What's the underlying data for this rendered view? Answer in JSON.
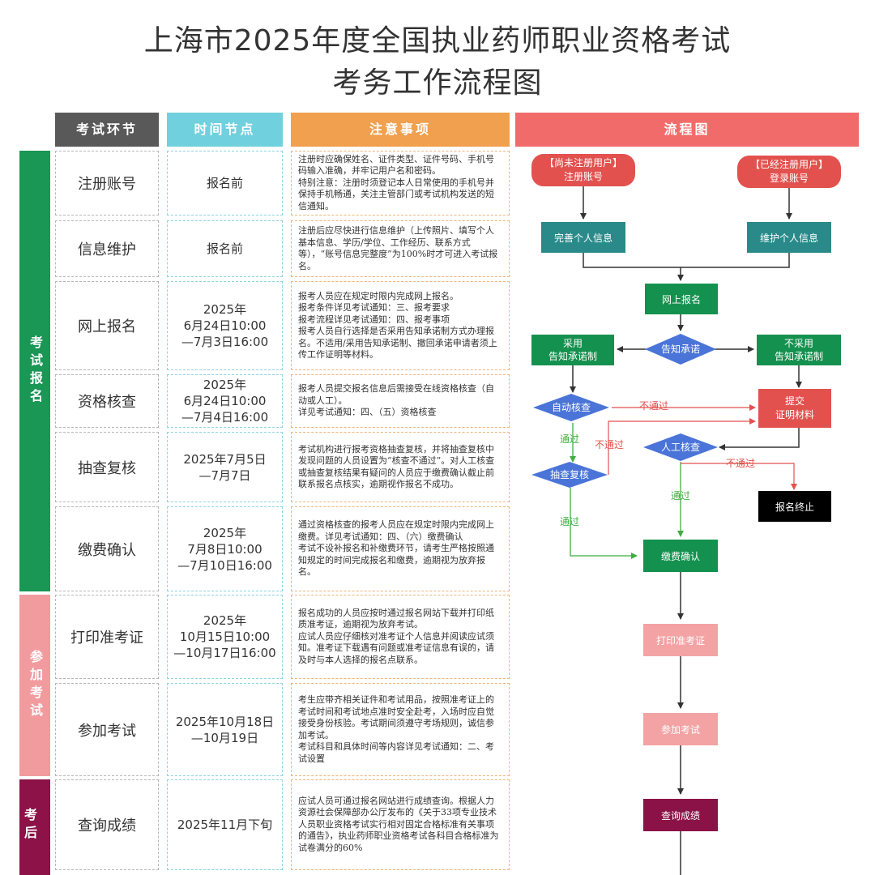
{
  "title": {
    "line1": "上海市2025年度全国执业药师职业资格考试",
    "line2": "考务工作流程图"
  },
  "headers": {
    "stage": "考试环节",
    "time": "时间节点",
    "notes": "注意事项",
    "flow": "流程图"
  },
  "phases": [
    {
      "label": "考试报名",
      "color": "#1a9655"
    },
    {
      "label": "参加考试",
      "color": "#f29b9e"
    },
    {
      "label": "考后",
      "color": "#8c1248"
    }
  ],
  "rows": [
    {
      "stage": "注册账号",
      "time": "报名前",
      "note": "注册时应确保姓名、证件类型、证件号码、手机号码输入准确，并牢记用户名和密码。\n特别注意：注册时须登记本人日常使用的手机号并保持手机畅通，关注主管部门或考试机构发送的短信通知。"
    },
    {
      "stage": "信息维护",
      "time": "报名前",
      "note": "注册后应尽快进行信息维护（上传照片、填写个人基本信息、学历/学位、工作经历、联系方式等），“账号信息完整度”为100%时才可进入考试报名。"
    },
    {
      "stage": "网上报名",
      "time": "2025年\n6月24日10:00\n—7月3日16:00",
      "note": "报考人员应在规定时限内完成网上报名。\n报考条件详见考试通知：三、报考要求\n报考流程详见考试通知：四、报考事项\n报考人员自行选择是否采用告知承诺制方式办理报名。不适用/采用告知承诺制、撤回承诺申请者须上传工作证明等材料。"
    },
    {
      "stage": "资格核查",
      "time": "2025年\n6月24日10:00\n—7月4日16:00",
      "note": "报考人员提交报名信息后需接受在线资格核查（自动或人工）。\n详见考试通知：四、（五）资格核查"
    },
    {
      "stage": "抽查复核",
      "time": "2025年7月5日\n—7月7日",
      "note": "考试机构进行报考资格抽查复核，并将抽查复核中发现问题的人员设置为“核查不通过”。对人工核查或抽查复核结果有疑问的人员应于缴费确认截止前联系报名点核实，逾期视作报名不成功。"
    },
    {
      "stage": "缴费确认",
      "time": "2025年\n7月8日10:00\n—7月10日16:00",
      "note": "通过资格核查的报考人员应在规定时限内完成网上缴费。详见考试通知：四、（六）缴费确认\n考试不设补报名和补缴费环节，请考生严格按照通知规定的时间完成报名和缴费，逾期视为放弃报名。"
    },
    {
      "stage": "打印准考证",
      "time": "2025年\n10月15日10:00\n—10月17日16:00",
      "note": "报名成功的人员应按时通过报名网站下载并打印纸质准考证，逾期视为放弃考试。\n应试人员应仔细核对准考证个人信息并阅读应试须知。准考证下载遇有问题或准考证信息有误的，请及时与本人选择的报名点联系。"
    },
    {
      "stage": "参加考试",
      "time": "2025年10月18日\n—10月19日",
      "note": "考生应带齐相关证件和考试用品，按照准考证上的考试时间和考试地点准时安全赴考，入场时应自觉接受身份核验。考试期间须遵守考场规则，诚信参加考试。\n考试科目和具体时间等内容详见考试通知：二、考试设置"
    },
    {
      "stage": "查询成绩",
      "time": "2025年11月下旬",
      "note": "应试人员可通过报名网站进行成绩查询。根据人力资源社会保障部办公厅发布的《关于33项专业技术人员职业资格考试实行相对固定合格标准有关事项的通告》，执业药师职业资格考试各科目合格标准为试卷满分的60%"
    }
  ],
  "flow": {
    "unregistered_tag": "【尚未注册用户】",
    "unregistered_action": "注册账号",
    "registered_tag": "【已经注册用户】",
    "registered_action": "登录账号",
    "complete_info": "完善个人信息",
    "maintain_info": "维护个人信息",
    "online_signup": "网上报名",
    "commitment": "告知承诺",
    "adopt_l1": "采用",
    "adopt_l2": "告知承诺制",
    "not_adopt_l1": "不采用",
    "not_adopt_l2": "告知承诺制",
    "auto_check": "自动核查",
    "submit_l1": "提交",
    "submit_l2": "证明材料",
    "manual_check": "人工核查",
    "spot_check": "抽查复核",
    "terminated": "报名终止",
    "pay_confirm": "缴费确认",
    "print_ticket": "打印准考证",
    "take_exam": "参加考试",
    "query_score": "查询成绩",
    "pass": "通过",
    "fail": "不通过"
  },
  "colors": {
    "stage_header": "#595959",
    "time_header": "#70d0de",
    "notes_header": "#f0a04e",
    "flow_header": "#f26b6b",
    "teal": "#2a8a8a",
    "green": "#15914f",
    "blue": "#4a74d8",
    "red": "#e2514e",
    "pink": "#f3a3a4",
    "maroon": "#8a1246"
  }
}
